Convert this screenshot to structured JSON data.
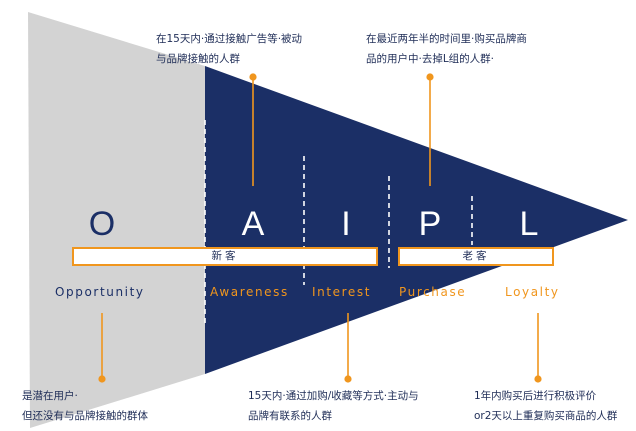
{
  "colors": {
    "navy": "#1b2f66",
    "gray": "#d3d3d3",
    "orange": "#f0961e",
    "text": "#1f2d57"
  },
  "captions": {
    "awareness": [
      "在15天内·通过接触广告等·被动",
      "与品牌接触的人群"
    ],
    "purchase": [
      "在最近两年半的时间里·购买品牌商",
      "品的用户中·去掉L组的人群·"
    ],
    "opportunity": [
      "是潜在用户·",
      "但还没有与品牌接触的群体"
    ],
    "interest": [
      "15天内·通过加购/收藏等方式·主动与",
      "品牌有联系的人群"
    ],
    "loyalty": [
      "1年内购买后进行积极评价",
      "or2天以上重复购买商品的人群"
    ]
  },
  "letters": [
    "O",
    "A",
    "I",
    "P",
    "L"
  ],
  "stages": [
    "Opportunity",
    "Awareness",
    "Interest",
    "Purchase",
    "Loyalty"
  ],
  "bands": {
    "new": "新客",
    "old": "老客"
  }
}
